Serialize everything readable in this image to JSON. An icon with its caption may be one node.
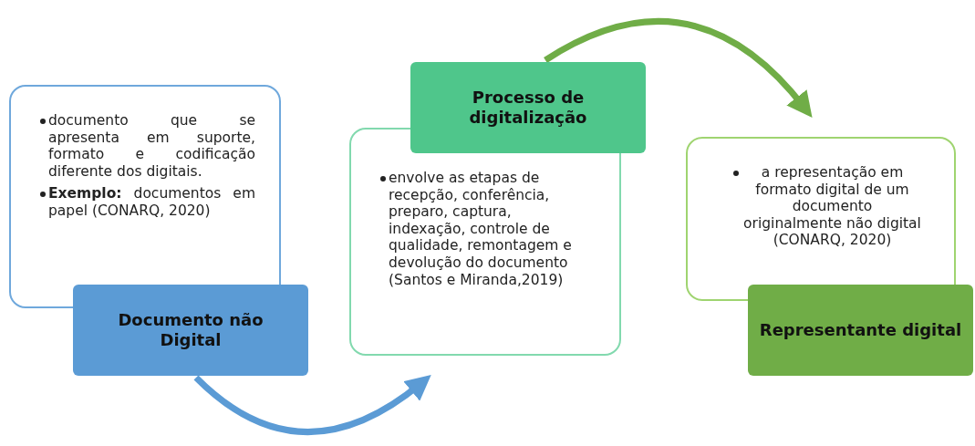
{
  "diagram": {
    "nodes": [
      {
        "text": [
          "documento que se apresenta em suporte, formato e codificação diferente dos digitais.",
          "**Exemplo:** documentos em papel (CONARQ, 2020)"
        ]
      },
      {
        "text": [
          "Documento não Digital"
        ]
      },
      {
        "text": [
          "Processo de digitalização"
        ]
      },
      {
        "text": [
          "envolve as etapas de recepção, conferência, preparo, captura, indexação, controle de qualidade, remontagem e devolução do documento (Santos e Miranda,2019)"
        ]
      },
      {
        "text": [
          "a representação em formato digital de um documento originalmente não digital (CONARQ, 2020)"
        ]
      },
      {
        "text": [
          "Representante digital"
        ]
      }
    ],
    "edges": [
      {
        "from": 1,
        "to": 3,
        "arrow": "to",
        "color": "#5b9bd5"
      },
      {
        "from": 2,
        "to": 4,
        "arrow": "to",
        "color": "#70ad47"
      }
    ]
  }
}
